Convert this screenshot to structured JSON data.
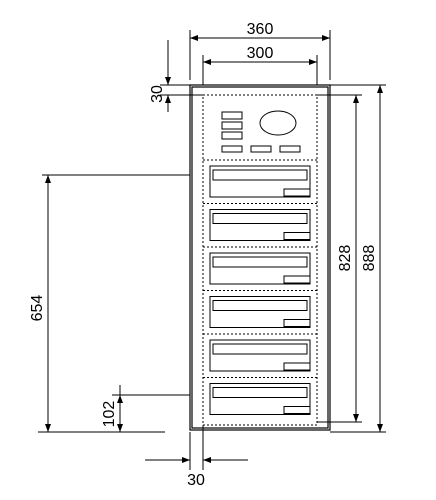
{
  "dimensions": {
    "overall_width": "360",
    "inner_width": "300",
    "top_margin": "30",
    "inner_height": "828",
    "overall_height": "888",
    "mount_height": "654",
    "bottom_offset": "102",
    "bottom_margin": "30"
  },
  "panel": {
    "top_buttons": 3,
    "bottom_buttons": 3,
    "mail_slots": 6
  }
}
